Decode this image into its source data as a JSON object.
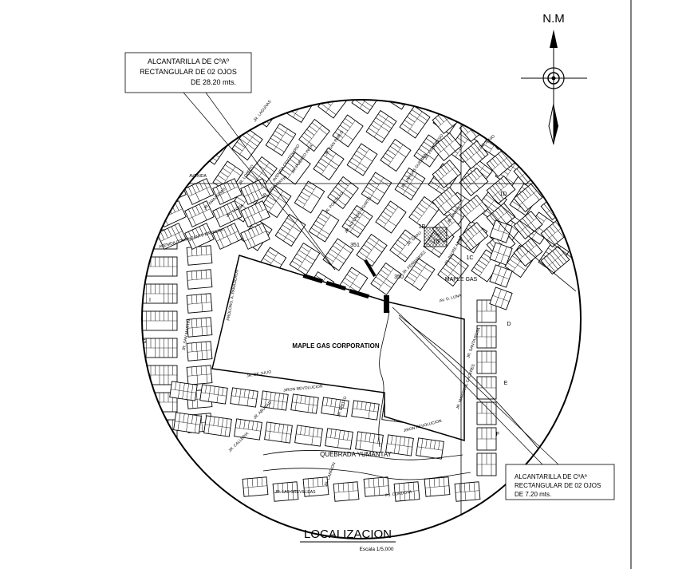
{
  "north": {
    "label": "N.M"
  },
  "callouts": {
    "top": [
      "ALCANTARILLA DE CºAº",
      "RECTANGULAR DE 02 OJOS",
      "DE 28.20 mts."
    ],
    "bottom": [
      "ALCANTARILLA DE CºAº",
      "RECTANGULAR DE 02 OJOS",
      "DE 7.20 mts."
    ]
  },
  "map": {
    "main_site": "MAPLE GAS CORPORATION",
    "small_site": "MAPLE GAS",
    "stream": "QUEBRADA YUMANTAY",
    "streets": [
      {
        "text": "JR. LAGUNAS"
      },
      {
        "text": "AVENIDA"
      },
      {
        "text": "JR. LORETO"
      },
      {
        "text": "JR. SAN MARTIN"
      },
      {
        "text": "JR. PUERTO INCA"
      },
      {
        "text": "JR. SAN PABLO"
      },
      {
        "text": "AVENIDA COMANDANTE BARRERA"
      },
      {
        "text": "JR. AMAZONAS"
      },
      {
        "text": "JR. TACNA"
      },
      {
        "text": "AVENIDA CENTENARIO"
      },
      {
        "text": "JR. PORTILLO"
      },
      {
        "text": "JR. ALFONSO UGARTE"
      },
      {
        "text": "JR. VARGAS GUERRA"
      },
      {
        "text": "JR. PROGRESO"
      },
      {
        "text": "7 DE JUNIO"
      },
      {
        "text": "JR. UNION"
      },
      {
        "text": "JR. GRAU"
      },
      {
        "text": "JR. PADRE ABAD"
      },
      {
        "text": "AV. D. LUNA"
      },
      {
        "text": "JR. FERNANDEZ"
      },
      {
        "text": "PROLONG. A. PANADEROS"
      },
      {
        "text": "JR. SAN MARTIN"
      },
      {
        "text": "JR. DE JULIO"
      },
      {
        "text": "JR. SANTA ROSA"
      },
      {
        "text": "JR. MARISCAL CACERES"
      },
      {
        "text": "JIRON REVOLUCION"
      },
      {
        "text": "JR. ABUGAD"
      },
      {
        "text": "JR. CALLERIA"
      },
      {
        "text": "JR. BRITTO"
      },
      {
        "text": "JIRON REVOLUCION"
      },
      {
        "text": "JR. CARRION"
      },
      {
        "text": "JR. LAS GREVILLEAS"
      },
      {
        "text": "PJ. CORDOVA"
      }
    ],
    "sectors": [
      {
        "text": "1D"
      },
      {
        "text": "1B"
      },
      {
        "text": "1C"
      },
      {
        "text": "1G"
      },
      {
        "text": "D"
      },
      {
        "text": "E"
      },
      {
        "text": "F"
      },
      {
        "text": "I"
      },
      {
        "text": "G"
      },
      {
        "text": "351"
      },
      {
        "text": "350"
      }
    ]
  },
  "footer": {
    "title": "LOCALIZACION",
    "scale": "Escala   1/5,000"
  }
}
